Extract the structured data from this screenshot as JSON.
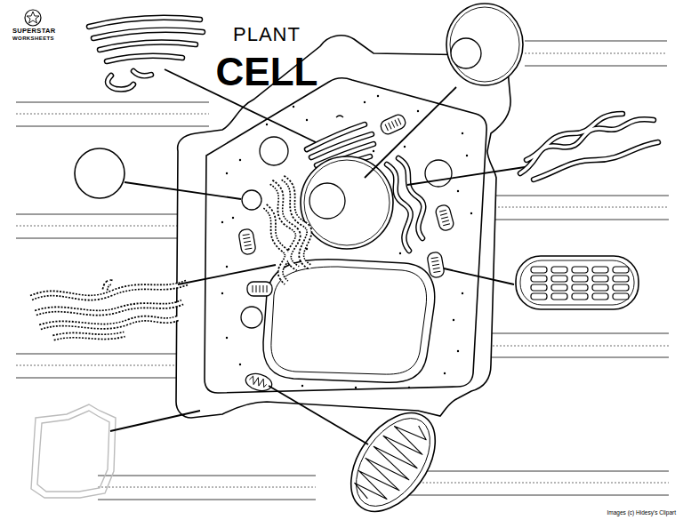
{
  "diagram": {
    "title": "PLANT CELL",
    "labels": [
      "SUPERSTAR",
      "WORKSHEETS",
      "Images (c) Hidesy's Clipart"
    ]
  }
}
